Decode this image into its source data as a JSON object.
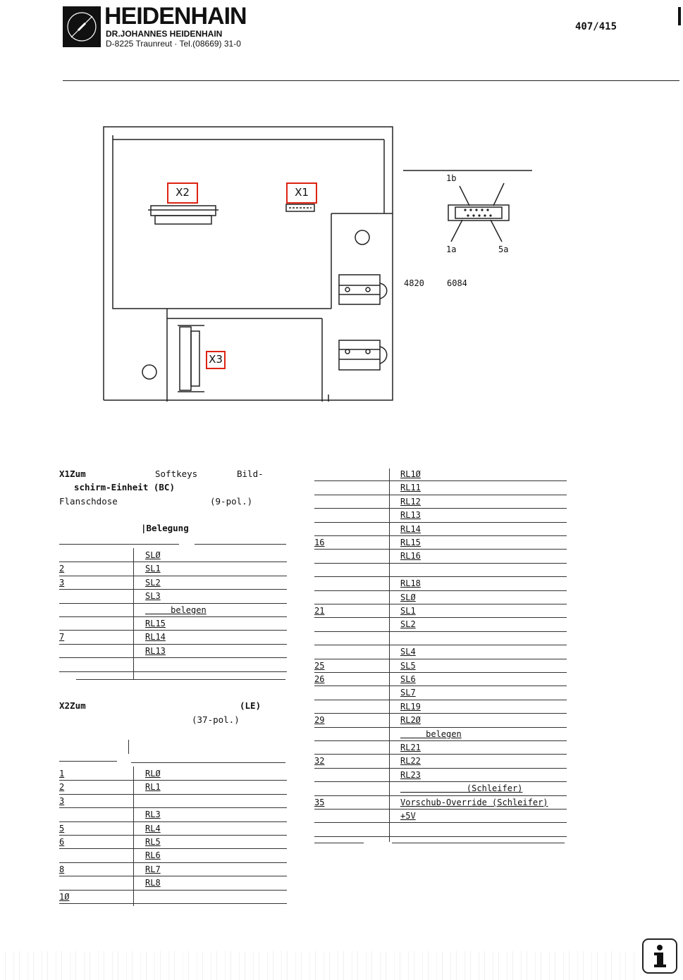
{
  "header": {
    "brand": "HEIDENHAIN",
    "company": "DR.JOHANNES HEIDENHAIN",
    "address": "D-8225 Traunreut · Tel.(08669) 31-0",
    "page_number": "407/415"
  },
  "diagram": {
    "labels": {
      "x2": "X2",
      "x1": "X1",
      "x3": "X3"
    },
    "connector_pins": {
      "p1b": "1b",
      "p1a": "1a",
      "p5a": "5a"
    },
    "part_number_a": "4820",
    "part_number_b": "6084"
  },
  "x1": {
    "title_1": "X1Zum",
    "title_2": "Softkeys",
    "title_3": "Bild-",
    "title_line2": "schirm-Einheit (BC)",
    "subtitle_1": "Flanschdose",
    "subtitle_2": "(9-pol.)",
    "heading": "|Belegung",
    "rows": [
      {
        "pin": "",
        "signal": "SLØ"
      },
      {
        "pin": "2",
        "signal": "SL1"
      },
      {
        "pin": "3",
        "signal": "SL2"
      },
      {
        "pin": "",
        "signal": "SL3"
      },
      {
        "pin": "",
        "signal": "     belegen"
      },
      {
        "pin": "",
        "signal": "RL15"
      },
      {
        "pin": "7",
        "signal": "RL14"
      },
      {
        "pin": "",
        "signal": "RL13"
      },
      {
        "pin": "",
        "signal": ""
      }
    ]
  },
  "x2": {
    "title_1": "X2Zum",
    "title_2": "(LE)",
    "subtitle": "(37-pol.)",
    "rows": [
      {
        "pin": "1",
        "signal": "RLØ"
      },
      {
        "pin": "2",
        "signal": "RL1"
      },
      {
        "pin": "3",
        "signal": ""
      },
      {
        "pin": "",
        "signal": "RL3"
      },
      {
        "pin": "5",
        "signal": "RL4"
      },
      {
        "pin": "6",
        "signal": "RL5"
      },
      {
        "pin": "",
        "signal": "RL6"
      },
      {
        "pin": "8",
        "signal": "RL7"
      },
      {
        "pin": "",
        "signal": "RL8"
      },
      {
        "pin": "1Ø",
        "signal": ""
      }
    ]
  },
  "x2_cont": {
    "rows": [
      {
        "pin": "",
        "signal": "RL1Ø"
      },
      {
        "pin": "",
        "signal": "RL11"
      },
      {
        "pin": "",
        "signal": "RL12"
      },
      {
        "pin": "",
        "signal": "RL13"
      },
      {
        "pin": "",
        "signal": "RL14"
      },
      {
        "pin": "16",
        "signal": "RL15"
      },
      {
        "pin": "",
        "signal": "RL16"
      },
      {
        "pin": "",
        "signal": ""
      },
      {
        "pin": "",
        "signal": "RL18"
      },
      {
        "pin": "",
        "signal": "SLØ"
      },
      {
        "pin": "21",
        "signal": "SL1"
      },
      {
        "pin": "",
        "signal": "SL2"
      },
      {
        "pin": "",
        "signal": ""
      },
      {
        "pin": "",
        "signal": "SL4"
      },
      {
        "pin": "25",
        "signal": "SL5"
      },
      {
        "pin": "26",
        "signal": "SL6"
      },
      {
        "pin": "",
        "signal": "SL7"
      },
      {
        "pin": "",
        "signal": "RL19"
      },
      {
        "pin": "29",
        "signal": "RL2Ø"
      },
      {
        "pin": "",
        "signal": "     belegen"
      },
      {
        "pin": "",
        "signal": "RL21"
      },
      {
        "pin": "32",
        "signal": "RL22"
      },
      {
        "pin": "",
        "signal": "RL23"
      },
      {
        "pin": "",
        "signal": "             (Schleifer)"
      },
      {
        "pin": "35",
        "signal": "Vorschub-Override (Schleifer)"
      },
      {
        "pin": "",
        "signal": "+5V"
      },
      {
        "pin": "",
        "signal": ""
      }
    ]
  }
}
